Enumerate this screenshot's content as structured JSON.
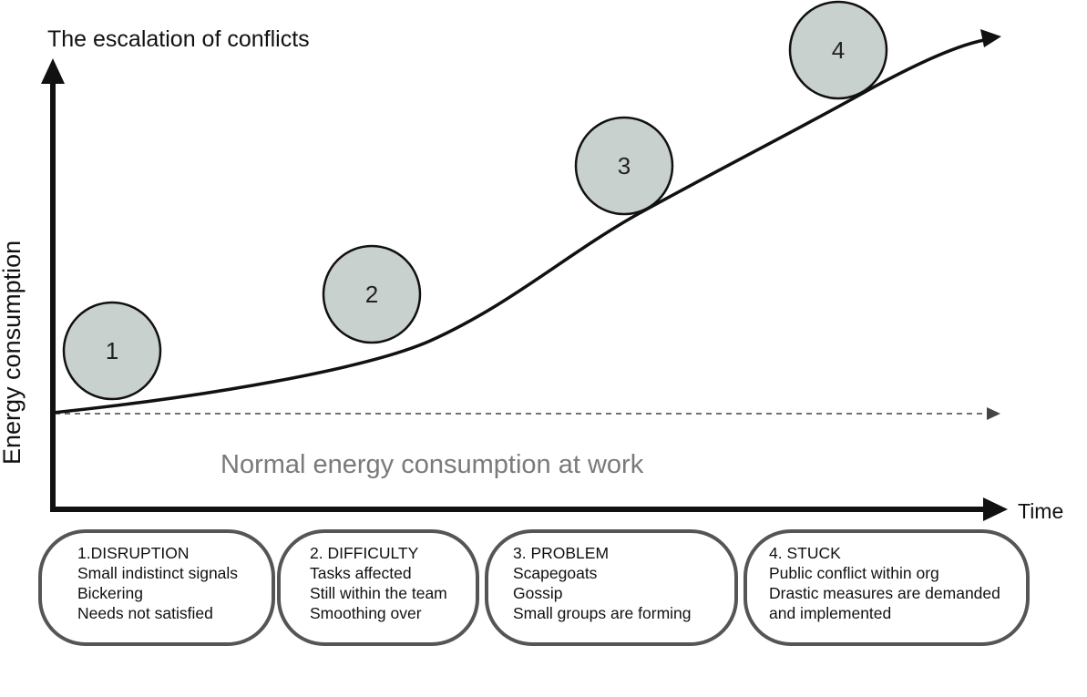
{
  "title": "The escalation of conflicts",
  "y_axis_label": "Energy consumption",
  "x_axis_label": "Time",
  "baseline_label": "Normal energy consumption at work",
  "colors": {
    "circle_fill": "#c9d1ce",
    "stroke": "#111111",
    "box_border": "#555555",
    "baseline": "#444444",
    "baseline_text": "#7a7a7a"
  },
  "markers": [
    "1",
    "2",
    "3",
    "4"
  ],
  "stages": [
    {
      "title": "1.DISRUPTION",
      "lines": [
        "Small indistinct signals",
        "Bickering",
        "Needs not satisfied"
      ]
    },
    {
      "title": "2. DIFFICULTY",
      "lines": [
        "Tasks affected",
        "Still within the team",
        "Smoothing over"
      ]
    },
    {
      "title": "3. PROBLEM",
      "lines": [
        "Scapegoats",
        "Gossip",
        "Small groups are forming"
      ]
    },
    {
      "title": "4. STUCK",
      "lines": [
        "Public conflict within org",
        "Drastic measures are demanded",
        "and implemented"
      ]
    }
  ]
}
